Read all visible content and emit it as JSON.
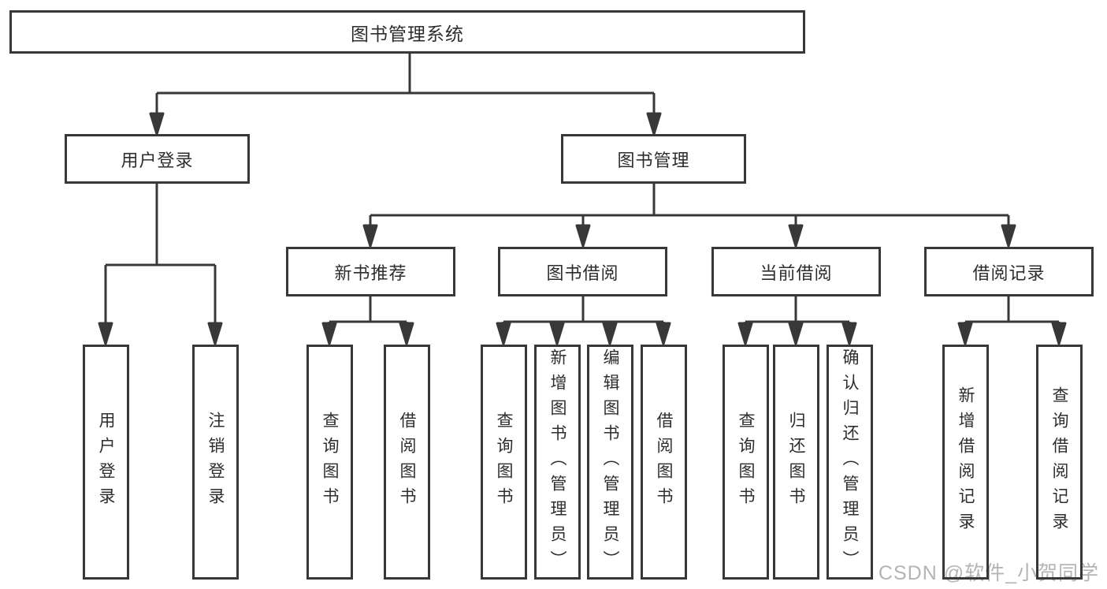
{
  "diagram_title": "图书管理系统",
  "tree": {
    "root": {
      "label": "图书管理系统"
    },
    "branches": [
      {
        "label": "用户登录",
        "leaves": [
          {
            "label": "用户登录"
          },
          {
            "label": "注销登录"
          }
        ]
      },
      {
        "label": "图书管理",
        "groups": [
          {
            "label": "新书推荐",
            "leaves": [
              {
                "label": "查询图书"
              },
              {
                "label": "借阅图书"
              }
            ]
          },
          {
            "label": "图书借阅",
            "leaves": [
              {
                "label": "查询图书"
              },
              {
                "label": "新增图书（管理员）"
              },
              {
                "label": "编辑图书（管理员）"
              },
              {
                "label": "借阅图书"
              }
            ]
          },
          {
            "label": "当前借阅",
            "leaves": [
              {
                "label": "查询图书"
              },
              {
                "label": "归还图书"
              },
              {
                "label": "确认归还（管理员）"
              }
            ]
          },
          {
            "label": "借阅记录",
            "leaves": [
              {
                "label": "新增借阅记录"
              },
              {
                "label": "查询借阅记录"
              }
            ]
          }
        ]
      }
    ]
  },
  "watermark": {
    "text": "CSDN @软件_小贺同学"
  },
  "colors": {
    "line": "#383838",
    "box_border": "#383838",
    "box_fill": "#ffffff",
    "text": "#2d2d2d",
    "background": "#ffffff",
    "watermark": "#b4b4b4"
  }
}
